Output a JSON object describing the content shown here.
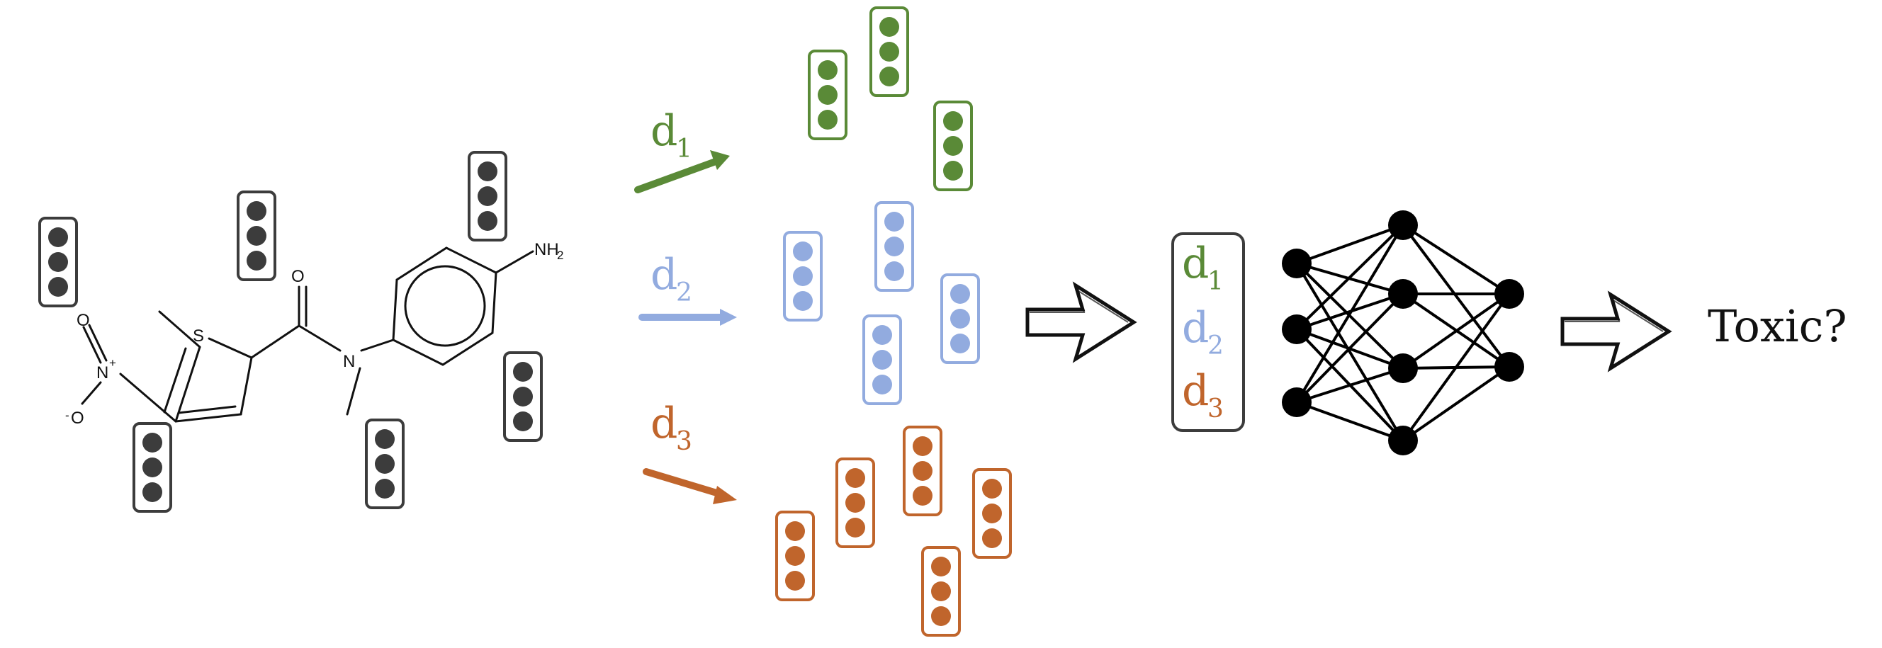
{
  "molecule": {
    "atoms": {
      "O": "O",
      "S": "S",
      "N": "N",
      "Nplus": "N",
      "plus": "+",
      "Ominus": "O",
      "minus": "-",
      "NH": "NH",
      "sub2": "2"
    }
  },
  "distances": [
    {
      "letter": "d",
      "sub": "1"
    },
    {
      "letter": "d",
      "sub": "2"
    },
    {
      "letter": "d",
      "sub": "3"
    }
  ],
  "output_label": "Toxic?",
  "colors": {
    "dark": "#3c3c3c",
    "green": "#5a8a37",
    "blue": "#92abdf",
    "orange": "#c0652c",
    "black": "#000000"
  },
  "icons": {
    "descriptor": "vector-icon",
    "arrow": "arrow-icon",
    "network": "neural-network-icon"
  }
}
